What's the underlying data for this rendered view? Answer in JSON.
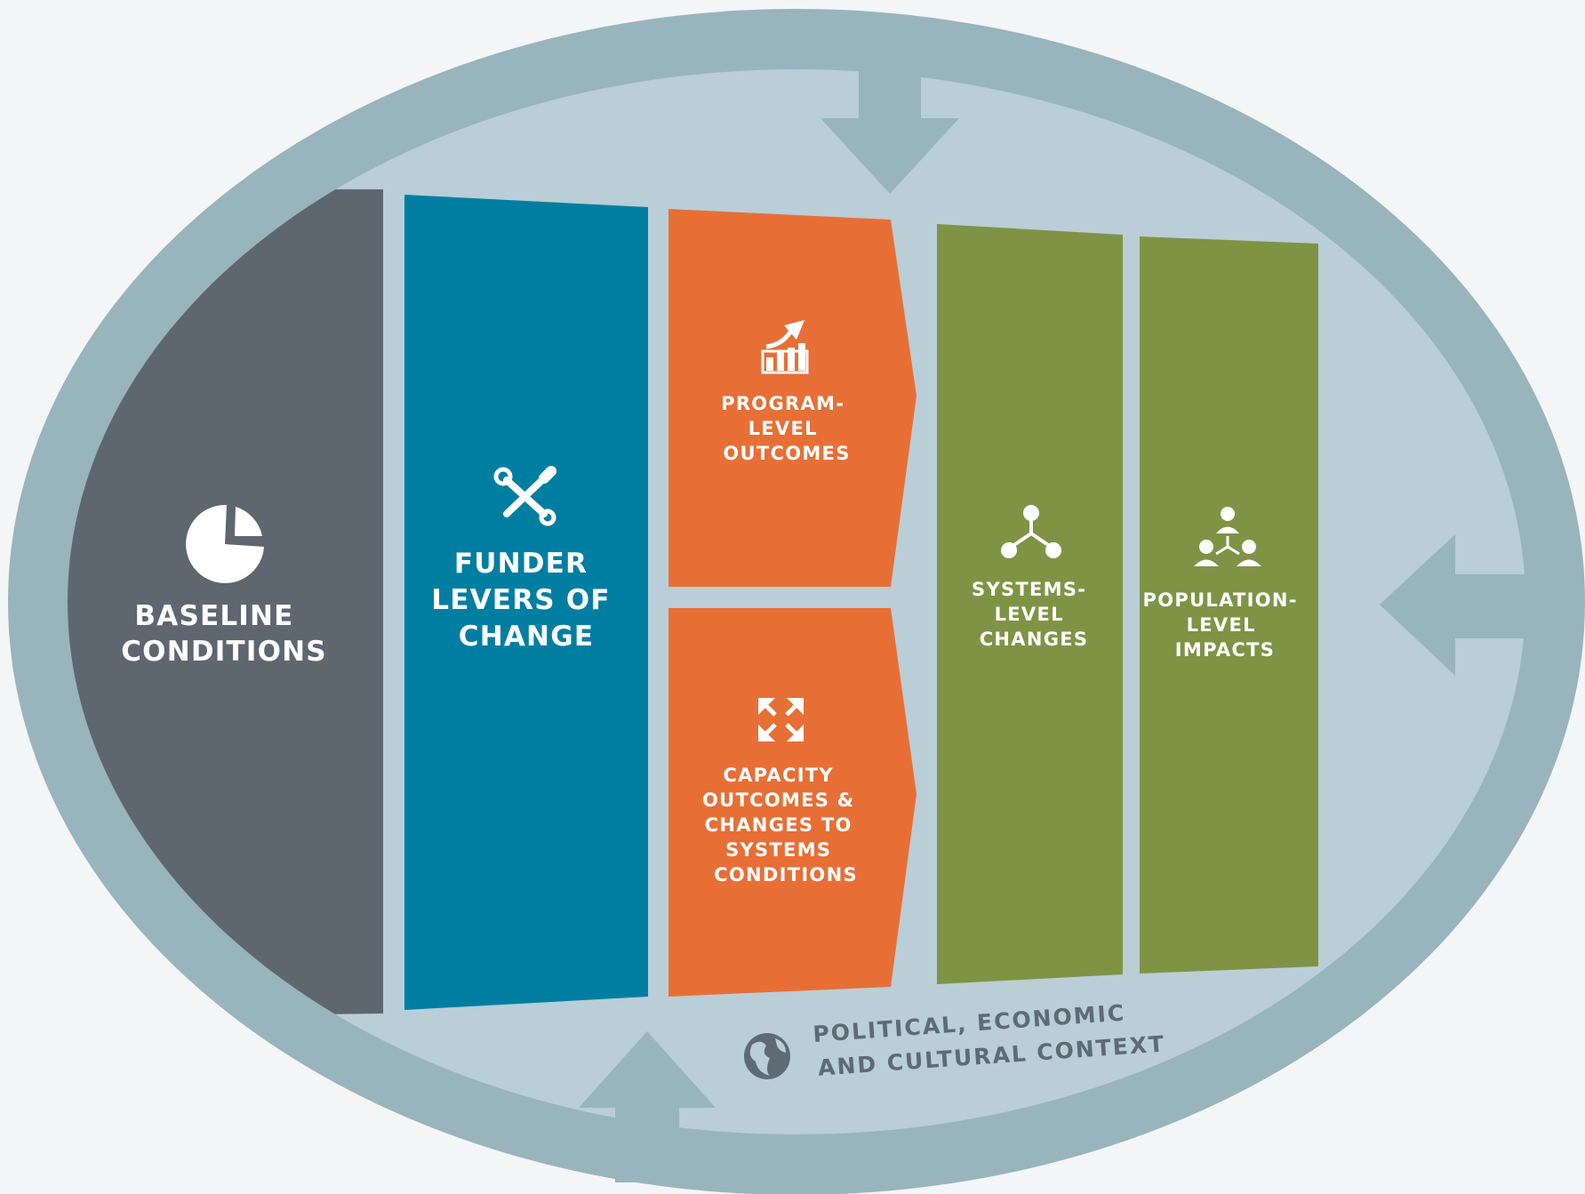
{
  "diagram": {
    "colors": {
      "background": "#f4f5f7",
      "outer_ring": "#98b4bc",
      "inner_field": "#b9ced6",
      "baseline": "#5e6670",
      "funder": "#007ea2",
      "outcomes": "#e76f36",
      "changes": "#7e9444",
      "context_text": "#5e6a74"
    },
    "blocks": {
      "baseline": {
        "icon": "pie-chart-icon",
        "lines": [
          "BASELINE",
          "CONDITIONS"
        ]
      },
      "funder": {
        "icon": "wrench-screwdriver-icon",
        "lines": [
          "FUNDER",
          "LEVERS OF",
          "CHANGE"
        ]
      },
      "program": {
        "icon": "bar-chart-up-arrow-icon",
        "lines": [
          "PROGRAM-",
          "LEVEL",
          "OUTCOMES"
        ]
      },
      "capacity": {
        "icon": "expand-arrows-icon",
        "lines": [
          "CAPACITY",
          "OUTCOMES &",
          "CHANGES TO",
          "SYSTEMS",
          "CONDITIONS"
        ]
      },
      "systems": {
        "icon": "network-nodes-icon",
        "lines": [
          "SYSTEMS-",
          "LEVEL",
          "CHANGES"
        ]
      },
      "population": {
        "icon": "people-hierarchy-icon",
        "lines": [
          "POPULATION-",
          "LEVEL",
          "IMPACTS"
        ]
      }
    },
    "context": {
      "icon": "globe-icon",
      "lines": [
        "POLITICAL, ECONOMIC",
        "AND CULTURAL CONTEXT"
      ]
    },
    "arrows": [
      "arrow-down-icon",
      "arrow-left-icon",
      "arrow-up-icon"
    ]
  }
}
